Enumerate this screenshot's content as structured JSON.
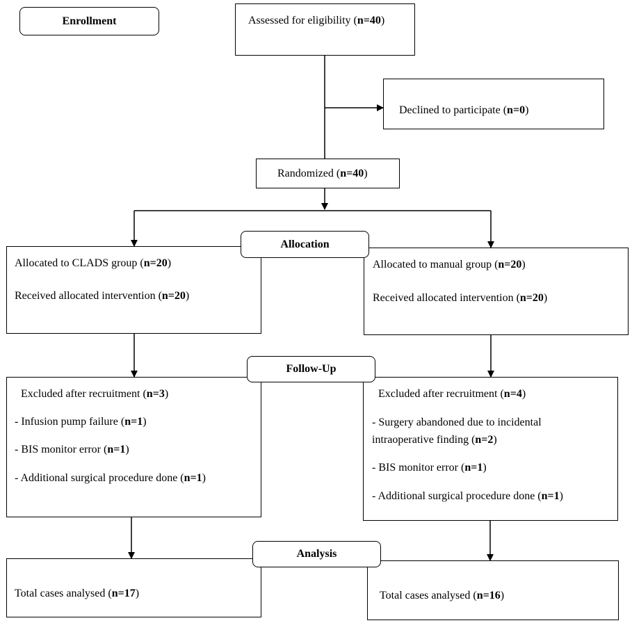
{
  "stages": {
    "enrollment": "Enrollment",
    "allocation": "Allocation",
    "follow_up": "Follow-Up",
    "analysis": "Analysis"
  },
  "assessed": {
    "label": "Assessed for eligibility (",
    "n": "n=40",
    "close": ")"
  },
  "declined": {
    "label": "Declined to participate (",
    "n": "n=0",
    "close": ")"
  },
  "randomized": {
    "label": "Randomized (",
    "n": "n=40",
    "close": ")"
  },
  "clads": {
    "allocated_label": "Allocated to CLADS group (",
    "allocated_n": "n=20",
    "received_label": "Received allocated intervention (",
    "received_n": "n=20",
    "excluded_label": "Excluded after recruitment (",
    "excluded_n": "n=3",
    "reasons": [
      {
        "label": "- Infusion pump failure (",
        "n": "n=1"
      },
      {
        "label": "- BIS monitor error (",
        "n": "n=1"
      },
      {
        "label": "- Additional surgical procedure done (",
        "n": "n=1"
      }
    ],
    "analysed_label": "Total cases analysed (",
    "analysed_n": "n=17"
  },
  "manual": {
    "allocated_label": "Allocated to manual group (",
    "allocated_n": "n=20",
    "received_label": "Received allocated intervention (",
    "received_n": "n=20",
    "excluded_label": "Excluded after recruitment (",
    "excluded_n": "n=4",
    "reason1_line1": "- Surgery abandoned due to incidental",
    "reason1_line2": "intraoperative finding (",
    "reason1_n": "n=2",
    "reasons": [
      {
        "label": "- BIS monitor error (",
        "n": "n=1"
      },
      {
        "label": "- Additional surgical procedure done (",
        "n": "n=1"
      }
    ],
    "analysed_label": "Total cases analysed (",
    "analysed_n": "n=16"
  },
  "close_paren": ")"
}
